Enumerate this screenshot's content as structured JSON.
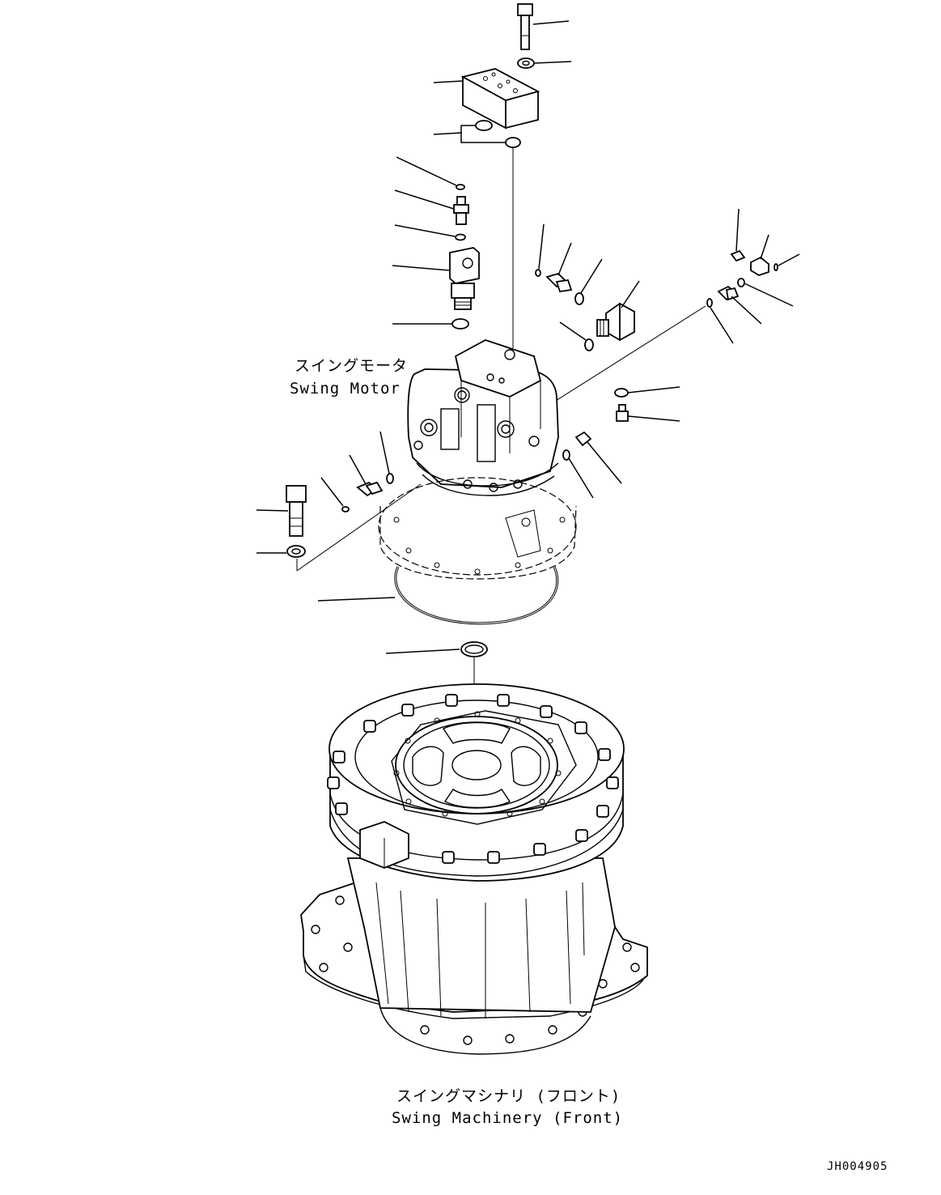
{
  "diagram": {
    "motor_label_jp": "スイングモータ",
    "motor_label_en": "Swing Motor",
    "machinery_label_jp": "スイングマシナリ (フロント)",
    "machinery_label_en": "Swing Machinery (Front)",
    "drawing_code": "JH004905"
  }
}
